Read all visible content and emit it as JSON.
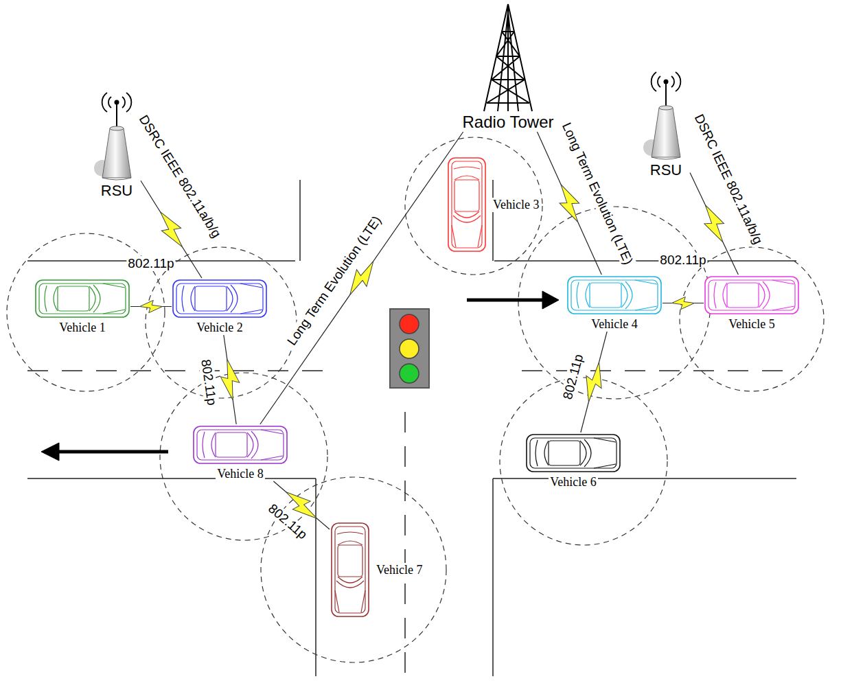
{
  "diagram": {
    "nodes": [
      {
        "text": [
          "RSU"
        ]
      },
      {
        "text": [
          "Radio Tower"
        ]
      },
      {
        "text": [
          "RSU"
        ]
      },
      {
        "text": [
          "Vehicle 3"
        ]
      },
      {
        "text": [
          "Vehicle 1"
        ]
      },
      {
        "text": [
          "Vehicle 2"
        ]
      },
      {
        "text": [
          "Vehicle 4"
        ]
      },
      {
        "text": [
          "Vehicle 5"
        ]
      },
      {
        "text": [
          "Vehicle 8"
        ]
      },
      {
        "text": [
          "Vehicle 6"
        ]
      },
      {
        "text": [
          "Vehicle 7"
        ]
      }
    ],
    "edges": [
      {
        "from": 0,
        "to": 5,
        "label": "DSRC IEEE 802.11a/b/g",
        "arrow": "none"
      },
      {
        "from": 1,
        "to": 8,
        "label": "Long Term Evolution (LTE)",
        "arrow": "none"
      },
      {
        "from": 1,
        "to": 6,
        "label": "Long Term Evolution (LTE)",
        "arrow": "none"
      },
      {
        "from": 2,
        "to": 7,
        "label": "DSRC IEEE 802.11a/b/g",
        "arrow": "none"
      },
      {
        "from": 4,
        "to": 5,
        "label": "802.11p",
        "arrow": "none"
      },
      {
        "from": 6,
        "to": 7,
        "label": "802.11p",
        "arrow": "none"
      },
      {
        "from": 5,
        "to": 8,
        "label": "802.11p",
        "arrow": "none"
      },
      {
        "from": 6,
        "to": 9,
        "label": "802.11p",
        "arrow": "none"
      },
      {
        "from": 8,
        "to": 10,
        "label": "802.11p",
        "arrow": "none"
      }
    ]
  }
}
